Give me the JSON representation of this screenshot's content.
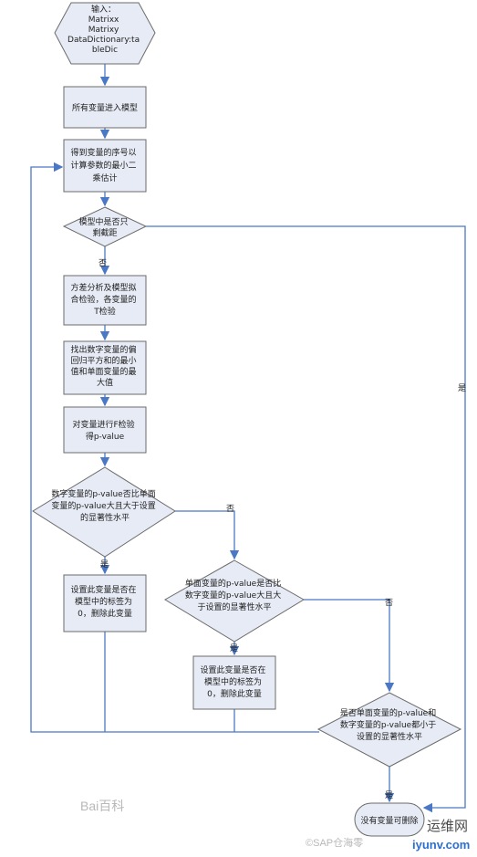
{
  "nodes": {
    "input": [
      "输入：",
      "Matrixx",
      "Matrixy",
      "DataDictionary:ta",
      "bleDic"
    ],
    "enter_model": [
      "所有变量进入模型"
    ],
    "estimate": [
      "得到变量的序号以",
      "计算参数的最小二",
      "乘估计"
    ],
    "check_model": [
      "模型中是否只",
      "剩截距"
    ],
    "anova": [
      "方差分析及模型拟",
      "合检验，各变量的",
      "T检验"
    ],
    "find_partial": [
      "找出数字变量的偏",
      "回归平方和的最小",
      "值和单面变量的最",
      "大值"
    ],
    "f_test": [
      "对变量进行F检验",
      "得p-value"
    ],
    "decision1": [
      "数字变量的p-value否比单面",
      "变量的p-value大且大于设置",
      "的显著性水平"
    ],
    "set_delete1": [
      "设置此变量是否在",
      "模型中的标签为",
      "0，删除此变量"
    ],
    "decision2": [
      "单面变量的p-value是否比",
      "数字变量的p-value大且大",
      "于设置的显著性水平"
    ],
    "set_delete2": [
      "设置此变量是否在",
      "模型中的标签为",
      "0，删除此变量"
    ],
    "decision3": [
      "是否单面变量的p-value和",
      "数字变量的p-value都小于",
      "设置的显著性水平"
    ],
    "end": [
      "没有变量可删除"
    ]
  },
  "edge_labels": {
    "no": "否",
    "yes": "是"
  },
  "watermarks": {
    "baidu": "Bai百科",
    "site_cn": "运维网",
    "site_en": "iyunv.com",
    "copyright": "©SAP仓海零"
  },
  "colors": {
    "shape_fill": "#e6ebf5",
    "shape_stroke": "#6b6b6b",
    "edge": "#4a78c4"
  }
}
